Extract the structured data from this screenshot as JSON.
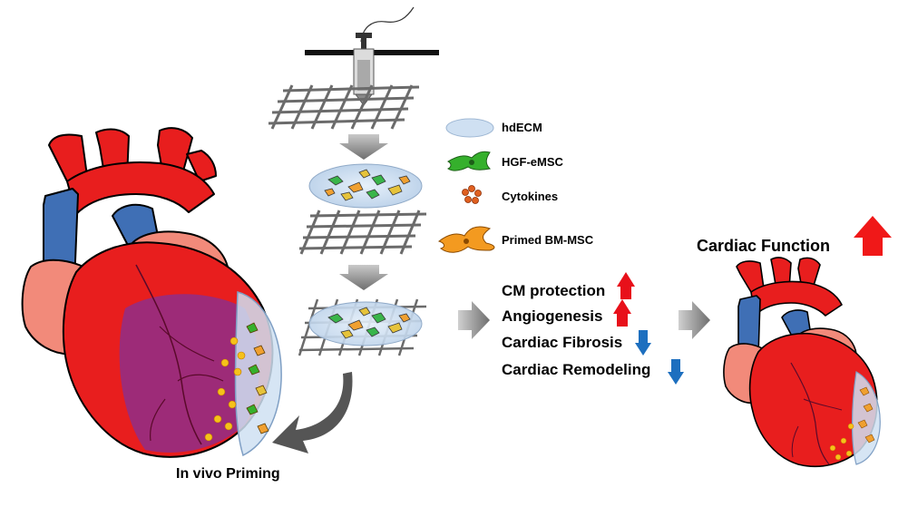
{
  "legend": {
    "hdECM": "hdECM",
    "hgf_emsc": "HGF-eMSC",
    "cytokines": "Cytokines",
    "primed_bm_msc": "Primed BM-MSC"
  },
  "effects": [
    {
      "label": "CM protection",
      "direction": "up"
    },
    {
      "label": "Angiogenesis",
      "direction": "up"
    },
    {
      "label": "Cardiac Fibrosis",
      "direction": "down"
    },
    {
      "label": "Cardiac Remodeling",
      "direction": "down"
    }
  ],
  "cardiac_function_label": "Cardiac Function",
  "cardiac_function_direction": "up",
  "priming_label": "In vivo Priming",
  "colors": {
    "heart_red": "#e81e1e",
    "aorta_blue": "#3f6fb5",
    "atrium_pink": "#f28a7a",
    "patch_blue": "#cfe0f2",
    "infarct_purple": "#8a2e8f",
    "up_arrow_red": "#e8101a",
    "down_arrow_blue": "#1d6fbf",
    "process_arrow_gray": "#7a7a7a",
    "cell_green": "#35b02c",
    "cell_orange": "#f39a20"
  }
}
